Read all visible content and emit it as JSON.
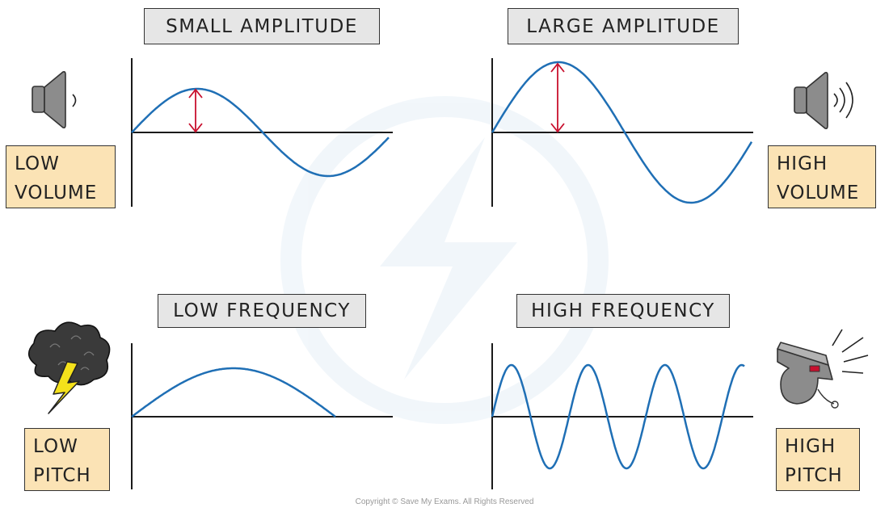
{
  "panels": {
    "small_amplitude": {
      "title": "SMALL AMPLITUDE"
    },
    "large_amplitude": {
      "title": "LARGE AMPLITUDE"
    },
    "low_frequency": {
      "title": "LOW FREQUENCY"
    },
    "high_frequency": {
      "title": "HIGH FREQUENCY"
    }
  },
  "tags": {
    "low_volume": {
      "line1": "LOW",
      "line2": "VOLUME"
    },
    "high_volume": {
      "line1": "HIGH",
      "line2": "VOLUME"
    },
    "low_pitch": {
      "line1": "LOW",
      "line2": "PITCH"
    },
    "high_pitch": {
      "line1": "HIGH",
      "line2": "PITCH"
    }
  },
  "icons": {
    "quiet_speaker": "speaker-one-wave-icon",
    "loud_speaker": "speaker-three-waves-icon",
    "thunder": "thundercloud-lightning-icon",
    "whistle": "whistle-icon"
  },
  "colors": {
    "wave": "#1f6fb5",
    "amplitude_arrow": "#c8102e",
    "label_box": "#e6e6e6",
    "tag_box": "#fbe3b5",
    "axis": "#1a1a1a"
  },
  "footer": {
    "copyright": "Copyright © Save My Exams. All Rights Reserved"
  }
}
